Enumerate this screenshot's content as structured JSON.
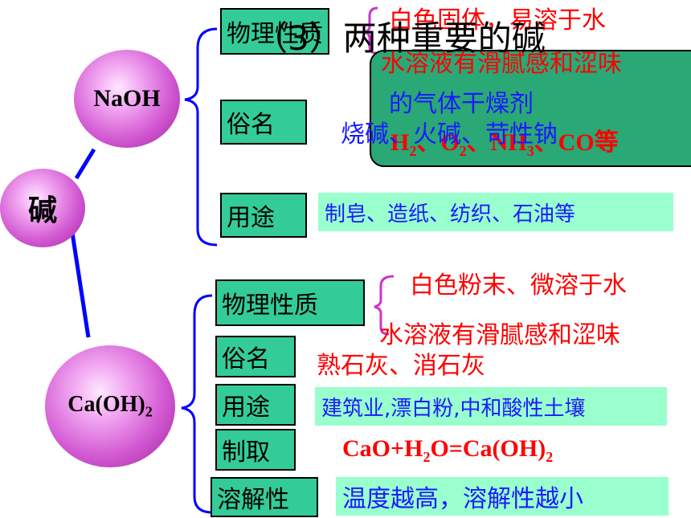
{
  "title": "（3）两种重要的碱",
  "root": "碱",
  "naoh": {
    "name": "NaOH",
    "phys_label": "物理性质",
    "phys_line1": "白色固体，易溶于水",
    "phys_line2": "水溶液有滑腻感和涩味",
    "callout_line1": "的气体干燥剂",
    "callout_gas": [
      "H",
      "2",
      "、O",
      "2",
      "、NH",
      "3",
      "、CO",
      "等"
    ],
    "common_label": "俗名",
    "common_value": "烧碱、火碱、苛性钠",
    "use_label": "用途",
    "use_value": "制皂、造纸、纺织、石油等"
  },
  "caoh": {
    "name_main": "Ca(OH)",
    "name_sub": "2",
    "phys_label": "物理性质",
    "phys_line1": "白色粉末、微溶于水",
    "phys_line2": "水溶液有滑腻感和涩味",
    "common_label": "俗名",
    "common_value": "熟石灰、消石灰",
    "use_label": "用途",
    "use_value": "建筑业,漂白粉,中和酸性土壤",
    "prep_label": "制取",
    "prep_parts": [
      "CaO+H",
      "2",
      "O=Ca(OH)",
      "2"
    ],
    "sol_label": "溶解性",
    "sol_value": "温度越高，溶解性越小"
  },
  "colors": {
    "label_bg": "#33cc99",
    "value_bg": "#99ffcc",
    "callout_bg": "#2aa876",
    "connector": "#0000ff",
    "red_text": "#ff0000",
    "blue_text": "#1a1aff",
    "node": "#d35ad3"
  }
}
